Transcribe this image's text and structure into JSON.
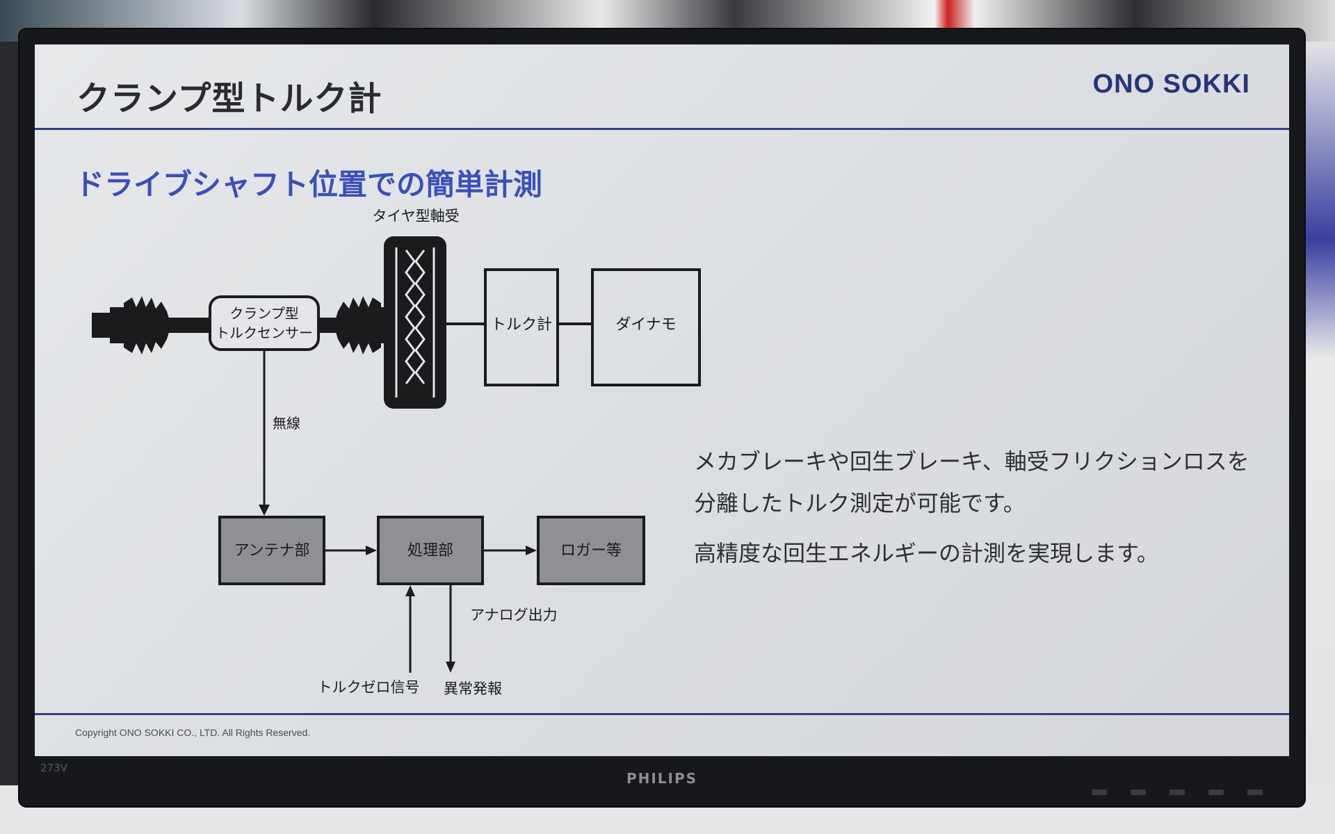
{
  "slide": {
    "title": "クランプ型トルク計",
    "logo": "ONO SOKKI",
    "subtitle": "ドライブシャフト位置での簡単計測",
    "copyright": "Copyright ONO SOKKI CO., LTD. All Rights Reserved."
  },
  "diagram": {
    "sensor_label_line1": "クランプ型",
    "sensor_label_line2": "トルクセンサー",
    "tire_bearing_label": "タイヤ型軸受",
    "torque_meter_label": "トルク計",
    "dynamo_label": "ダイナモ",
    "wireless_label": "無線",
    "antenna_label": "アンテナ部",
    "processing_label": "処理部",
    "logger_label": "ロガー等",
    "analog_output_label": "アナログ出力",
    "torque_zero_label": "トルクゼロ信号",
    "alarm_label": "異常発報"
  },
  "description": {
    "line1": "メカブレーキや回生ブレーキ、軸受フリクションロスを",
    "line2": "分離したトルク測定が可能です。",
    "line3": "高精度な回生エネルギーの計測を実現します。"
  },
  "monitor": {
    "model": "273V",
    "brand": "PHILIPS"
  }
}
